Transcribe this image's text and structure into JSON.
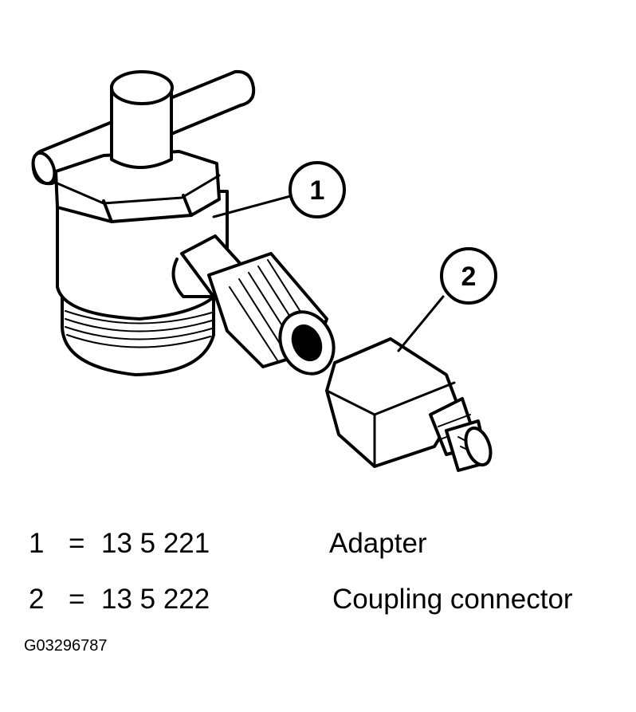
{
  "callouts": [
    {
      "number": "1"
    },
    {
      "number": "2"
    }
  ],
  "legend": [
    {
      "number": "1",
      "equals": "=",
      "part_no": "13 5 221",
      "description": "Adapter"
    },
    {
      "number": "2",
      "equals": "=",
      "part_no": "13 5 222",
      "description": "Coupling connector"
    }
  ],
  "figure_id": "G03296787"
}
